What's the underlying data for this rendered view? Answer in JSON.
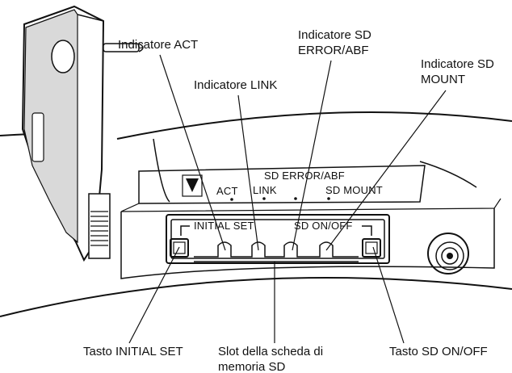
{
  "callouts": {
    "act": "Indicatore ACT",
    "sd_error_1": "Indicatore SD",
    "sd_error_2": "ERROR/ABF",
    "sd_mount_1": "Indicatore SD",
    "sd_mount_2": "MOUNT",
    "link": "Indicatore LINK",
    "initial_set": "Tasto INITIAL SET",
    "slot_1": "Slot della scheda di",
    "slot_2": "memoria SD",
    "sd_onoff": "Tasto SD ON/OFF"
  },
  "panel": {
    "sd_error_abf": "SD ERROR/ABF",
    "act": "ACT",
    "link": "LINK",
    "sd_mount": "SD MOUNT",
    "initial_set": "INITIAL SET",
    "sd_on_off": "SD ON/OFF"
  },
  "colors": {
    "ink": "#111111",
    "shade": "#d9d9d9",
    "background": "#ffffff"
  }
}
